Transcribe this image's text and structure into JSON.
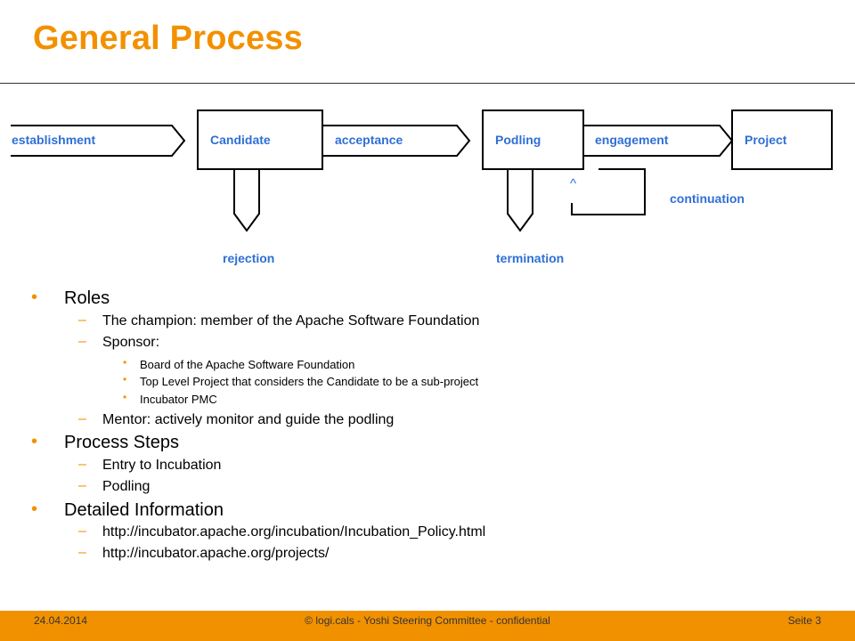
{
  "slide": {
    "title": "General Process"
  },
  "diagram": {
    "arrows": {
      "establishment": "establishment",
      "acceptance": "acceptance",
      "engagement": "engagement",
      "rejection": "rejection",
      "termination": "termination",
      "continuation": "continuation",
      "continuation_marker": "^"
    },
    "boxes": {
      "candidate": "Candidate",
      "podling": "Podling",
      "project": "Project"
    },
    "colors": {
      "label": "#2F6FD6",
      "stroke": "#000000"
    }
  },
  "content": {
    "roles": {
      "label": "Roles",
      "champion": "The champion: member of the Apache Software Foundation",
      "sponsor": "Sponsor:",
      "sponsor_items": [
        "Board of the Apache Software Foundation",
        "Top Level Project that considers the Candidate  to be a sub-project",
        "Incubator PMC"
      ],
      "mentor": "Mentor: actively monitor and guide the podling"
    },
    "steps": {
      "label": "Process Steps",
      "items": [
        "Entry to Incubation",
        "Podling"
      ]
    },
    "info": {
      "label": "Detailed Information",
      "links": [
        "http://incubator.apache.org/incubation/Incubation_Policy.html",
        "http://incubator.apache.org/projects/"
      ]
    },
    "bullet_symbol": "•",
    "dash_symbol": "–"
  },
  "footer": {
    "date": "24.04.2014",
    "center": "© logi.cals - Yoshi Steering Committee - confidential",
    "page": "Seite 3"
  },
  "theme": {
    "accent": "#F29100",
    "link_blue": "#2F6FD6"
  }
}
